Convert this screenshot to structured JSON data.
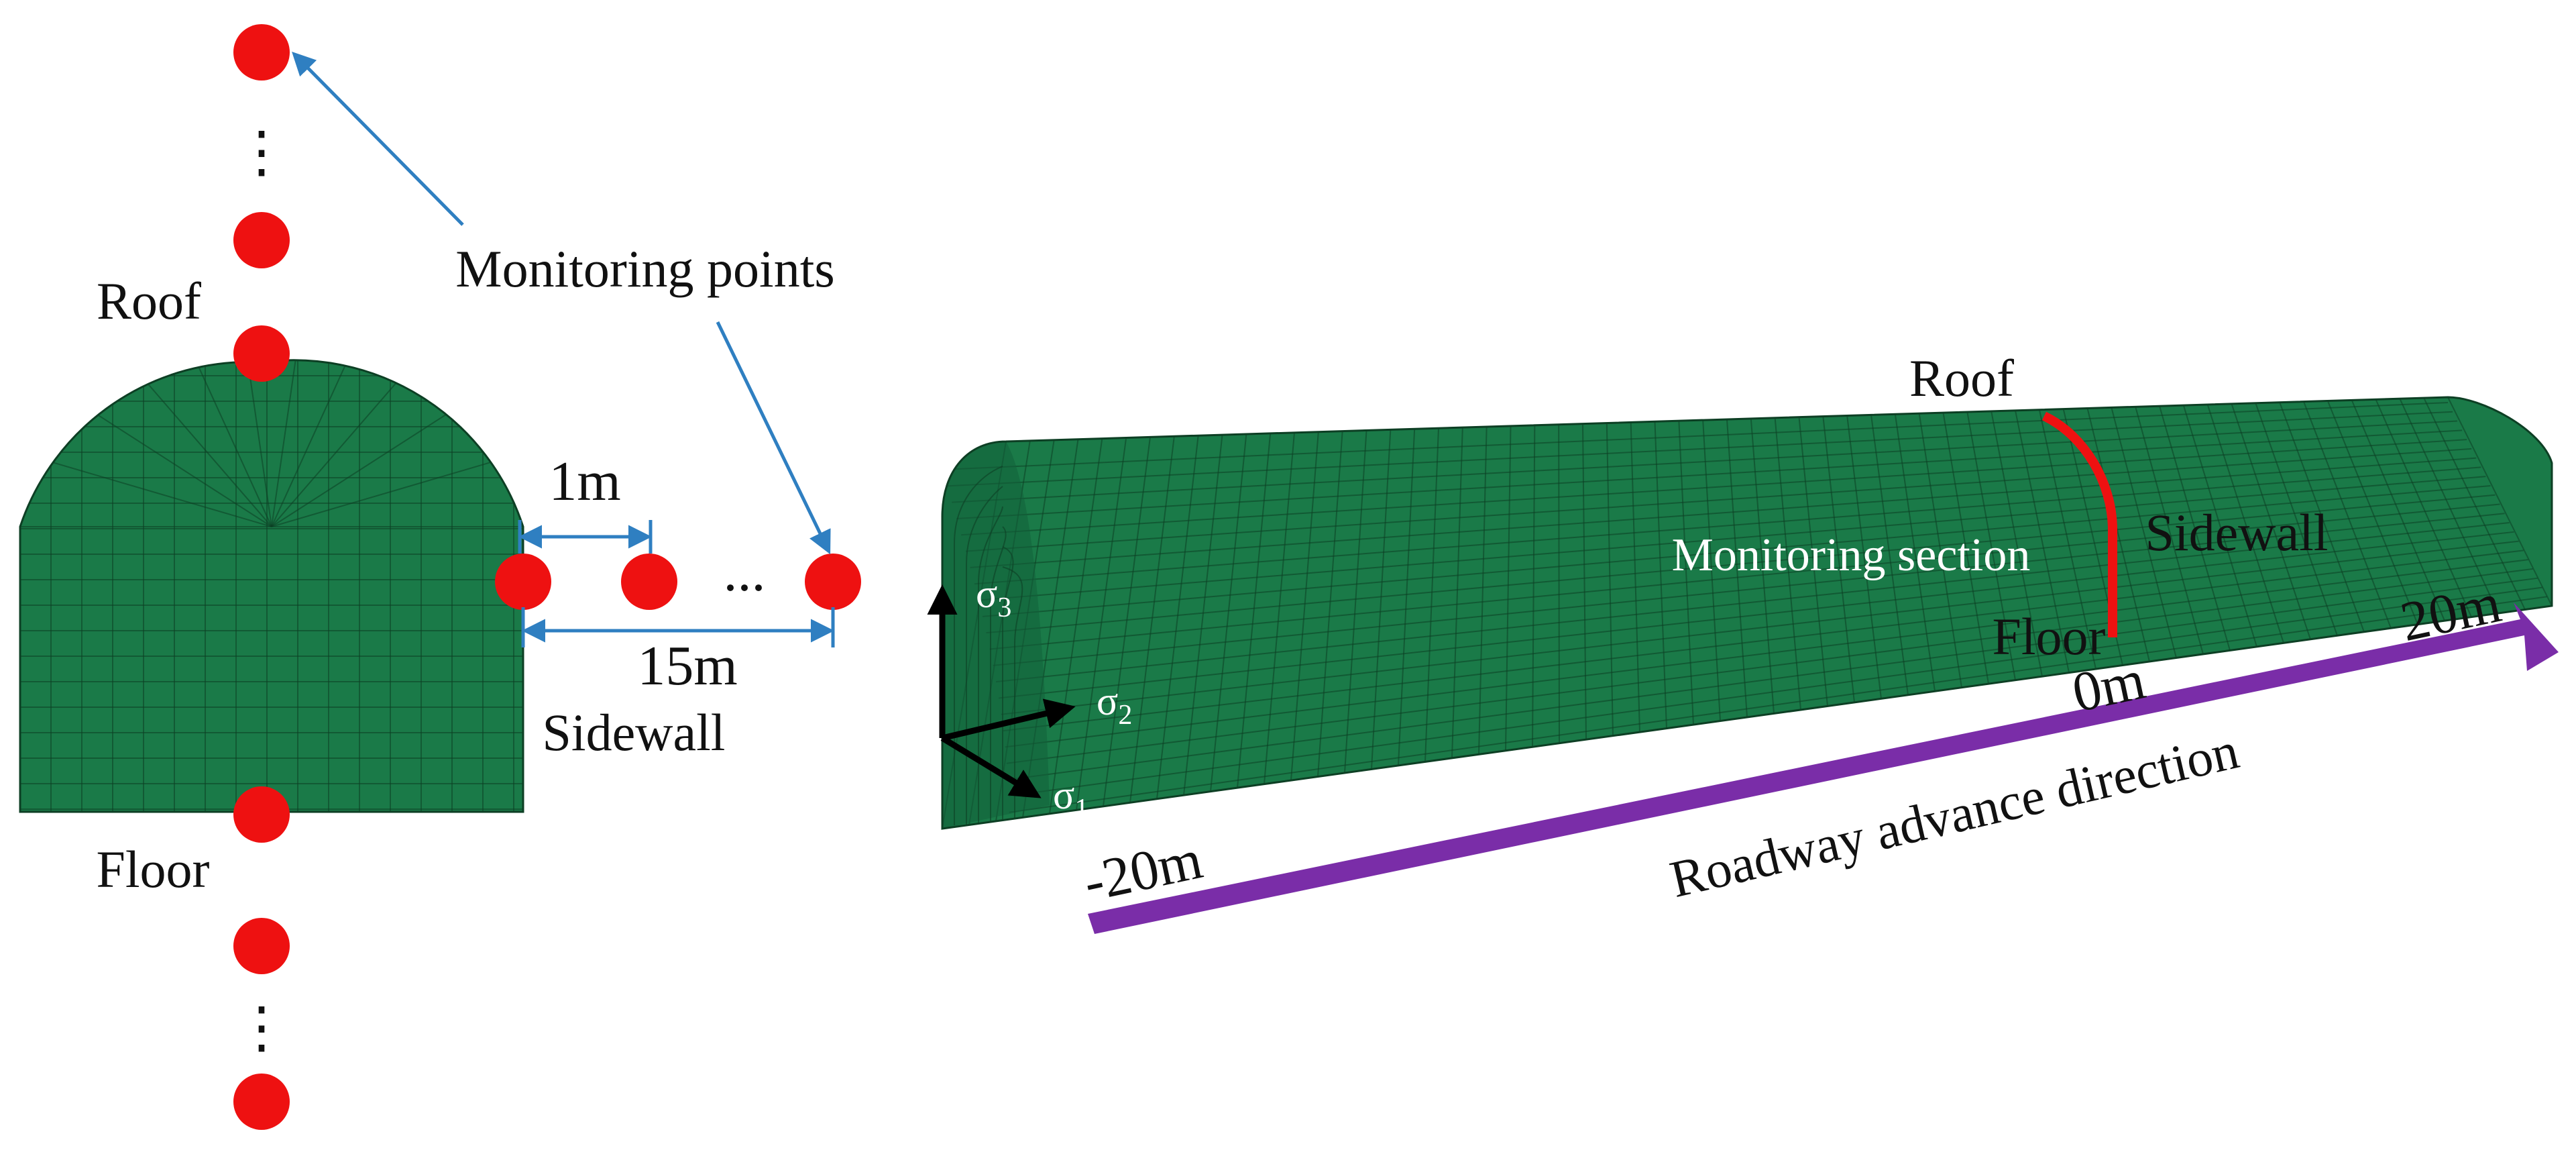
{
  "cross_section": {
    "labels": {
      "roof": "Roof",
      "floor": "Floor",
      "sidewall": "Sidewall",
      "monitoring_points": "Monitoring points",
      "spacing_small": "1m",
      "spacing_large": "15m",
      "ellipsis_h": "...",
      "ellipsis_v": "⋮"
    }
  },
  "model_3d": {
    "labels": {
      "roof": "Roof",
      "sidewall": "Sidewall",
      "floor": "Floor",
      "monitoring_section": "Monitoring section",
      "advance_direction": "Roadway advance direction",
      "pos_start": "-20m",
      "pos_mid": "0m",
      "pos_end": "20m"
    },
    "stress_axes": [
      {
        "symbol": "σ",
        "subscript": "3"
      },
      {
        "symbol": "σ",
        "subscript": "2"
      },
      {
        "symbol": "σ",
        "subscript": "1"
      }
    ]
  },
  "colors": {
    "mesh_fill": "#1a7a48",
    "mesh_line": "#0d3f24",
    "monitoring_point": "#ee1111",
    "arrow_blue": "#2f7fc1",
    "advance_arrow": "#7a2da8",
    "section_line": "#ee1111"
  }
}
